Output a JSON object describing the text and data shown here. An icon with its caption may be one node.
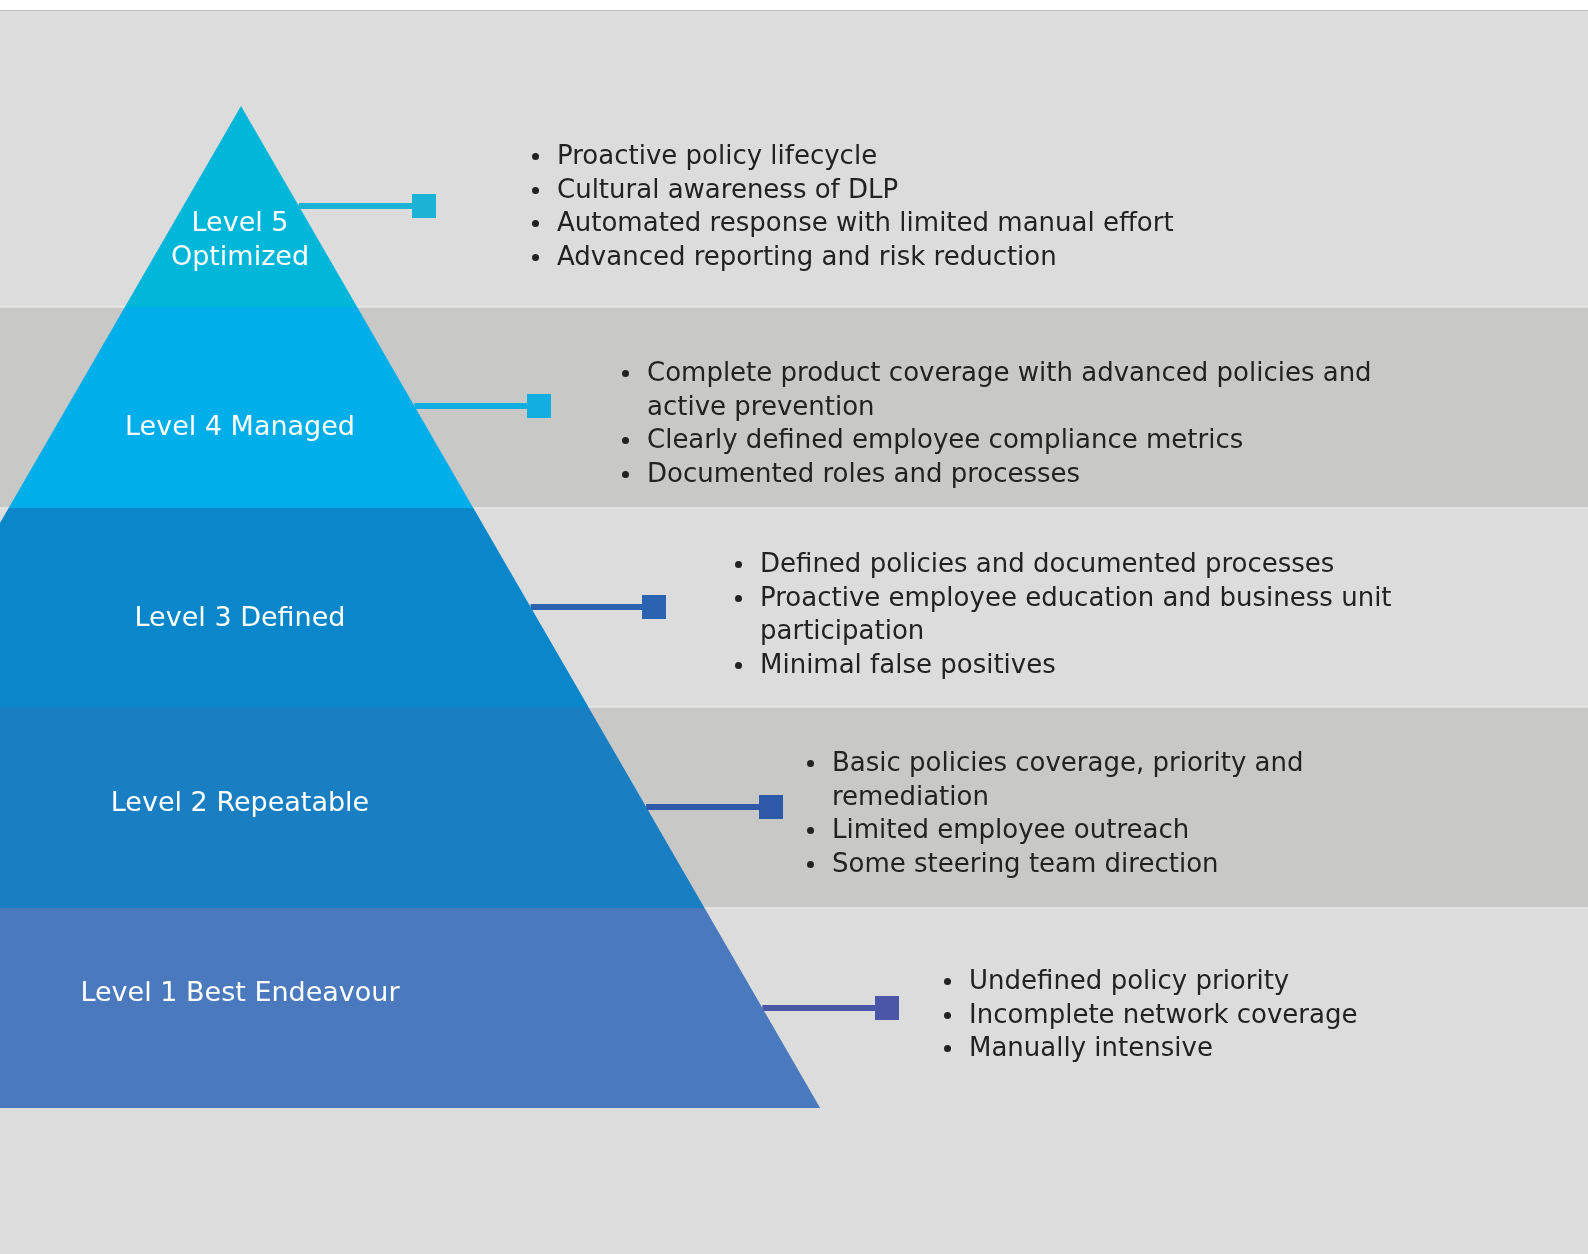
{
  "diagram": {
    "nodes": [
      {
        "text": [
          "Level 5 Optimized"
        ]
      },
      {
        "text": [
          "Level 4 Managed"
        ]
      },
      {
        "text": [
          "Level 3 Defined"
        ]
      },
      {
        "text": [
          "Level 2 Repeatable"
        ]
      },
      {
        "text": [
          "Level 1 Best Endeavour"
        ]
      },
      {
        "text": [
          "Proactive policy lifecycle",
          "Cultural awareness of DLP",
          "Automated response with limited manual effort",
          "Advanced reporting and risk reduction"
        ]
      },
      {
        "text": [
          "Complete product coverage with advanced policies and active prevention",
          "Clearly defined employee compliance metrics",
          "Documented roles and processes"
        ]
      },
      {
        "text": [
          "Defined policies and documented processes",
          "Proactive employee education and business unit participation",
          "Minimal false positives"
        ]
      },
      {
        "text": [
          "Basic policies coverage, priority and remediation",
          "Limited employee outreach",
          "Some steering team direction"
        ]
      },
      {
        "text": [
          "Undefined policy priority",
          "Incomplete network coverage",
          "Manually intensive"
        ]
      }
    ],
    "edges": [
      {
        "from": 0,
        "to": 5,
        "arrow": "other",
        "color": "#1ab3d6"
      },
      {
        "from": 1,
        "to": 6,
        "arrow": "other",
        "color": "#12aee2"
      },
      {
        "from": 2,
        "to": 7,
        "arrow": "other",
        "color": "#2a63b0"
      },
      {
        "from": 3,
        "to": 8,
        "arrow": "other",
        "color": "#2e58a8"
      },
      {
        "from": 4,
        "to": 9,
        "arrow": "other",
        "color": "#4a56a6"
      }
    ]
  }
}
